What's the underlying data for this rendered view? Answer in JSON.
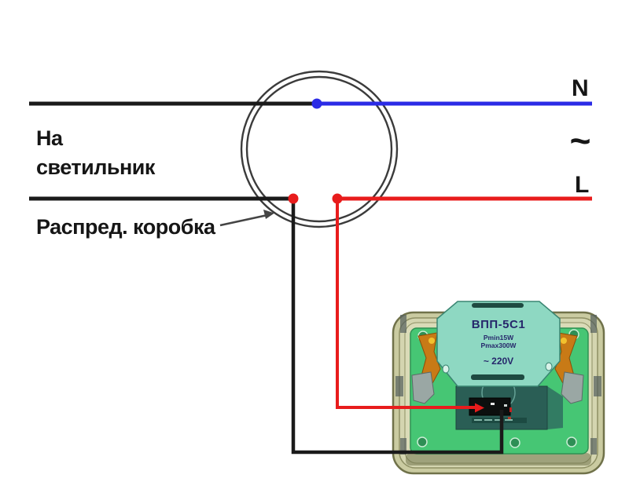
{
  "diagram": {
    "lamp_label": {
      "line1": "На",
      "line2": "светильник"
    },
    "junction_box_label": "Распред. коробка",
    "right_labels": {
      "neutral": "N",
      "ac_symbol": "~",
      "line": "L"
    },
    "dimmer": {
      "model": "ВПП-5С1",
      "pmin": "Pmin15W",
      "pmax": "Pmax300W",
      "voltage": "~ 220V"
    },
    "colors": {
      "neutral_wire": "#2b2be6",
      "line_wire": "#e81c1c",
      "lamp_wire": "#1a1a1a",
      "module": "#8ed8c2",
      "plate": "#46c674",
      "frame": "#cacba1",
      "housing": "#2a5e55",
      "model_text": "#26276b"
    }
  }
}
